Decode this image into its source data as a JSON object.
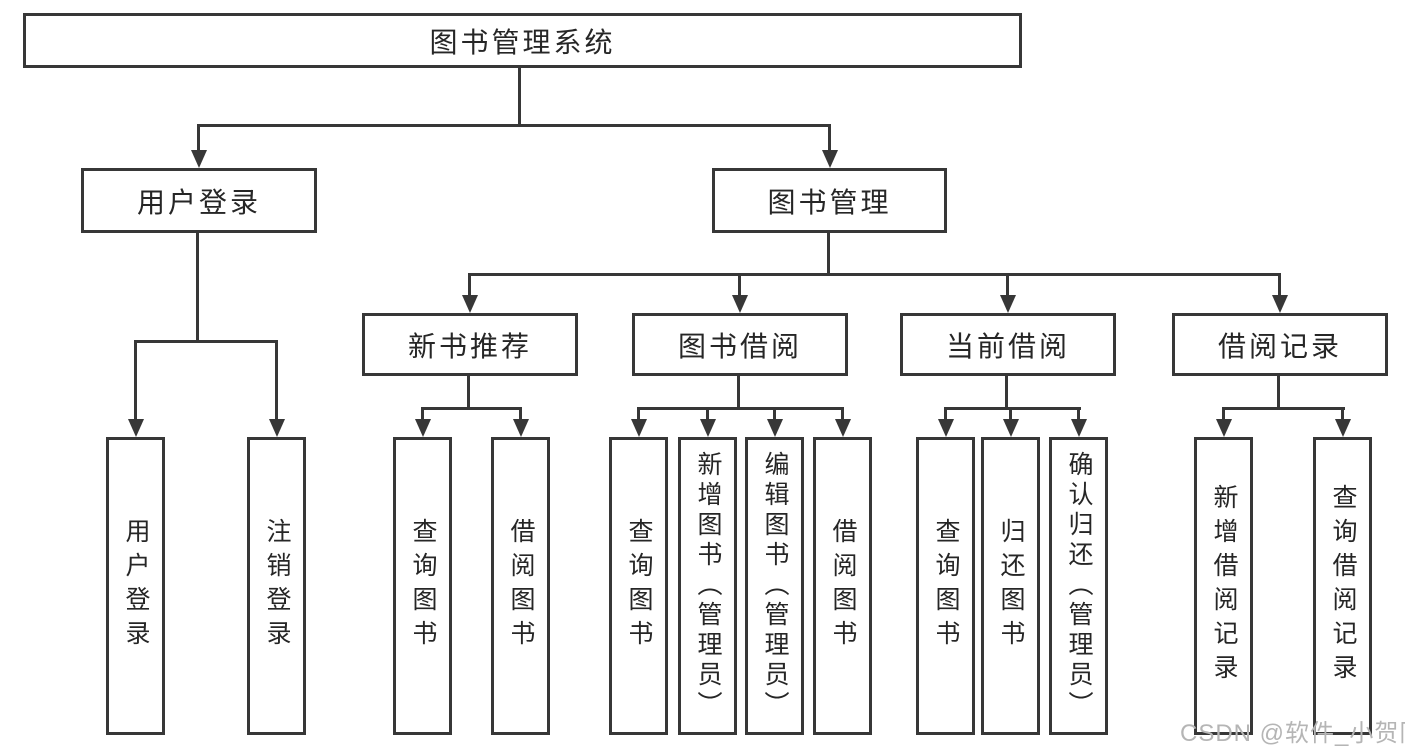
{
  "diagram": {
    "title": "图书管理系统",
    "root": {
      "label": "图书管理系统"
    },
    "level2": [
      {
        "label": "用户登录"
      },
      {
        "label": "图书管理"
      }
    ],
    "level3": [
      {
        "label": "新书推荐"
      },
      {
        "label": "图书借阅"
      },
      {
        "label": "当前借阅"
      },
      {
        "label": "借阅记录"
      }
    ],
    "leaves": [
      {
        "label": "用户登录"
      },
      {
        "label": "注销登录"
      },
      {
        "label": "查询图书"
      },
      {
        "label": "借阅图书"
      },
      {
        "label": "查询图书"
      },
      {
        "label": "新增图书（管理员）"
      },
      {
        "label": "编辑图书（管理员）"
      },
      {
        "label": "借阅图书"
      },
      {
        "label": "查询图书"
      },
      {
        "label": "归还图书"
      },
      {
        "label": "确认归还（管理员）"
      },
      {
        "label": "新增借阅记录"
      },
      {
        "label": "查询借阅记录"
      }
    ],
    "watermark": "CSDN @软件_小贺同学",
    "colors": {
      "line": "#373737",
      "border": "#373737",
      "text": "#262626",
      "watermark": "#b5b5b5",
      "background": "#ffffff"
    }
  }
}
